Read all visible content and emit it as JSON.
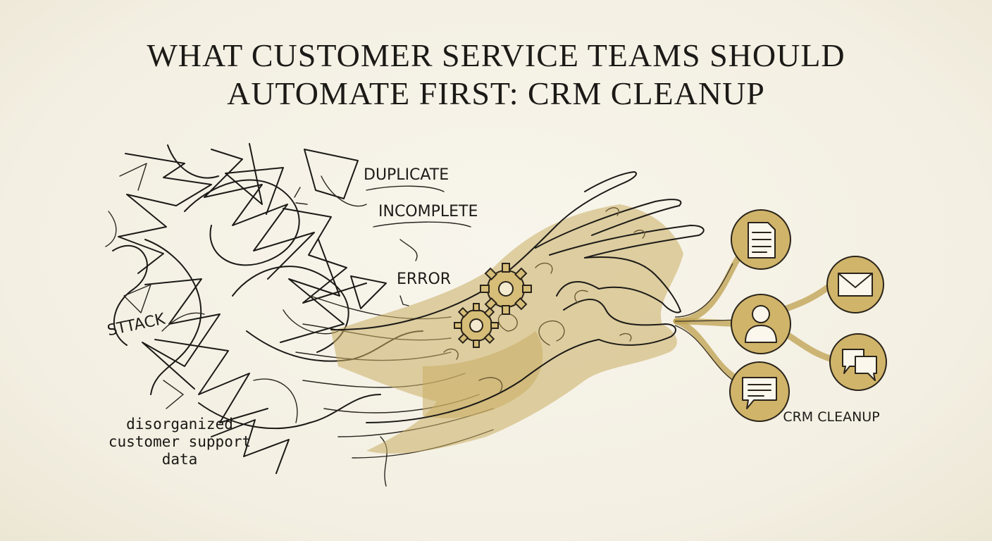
{
  "title": {
    "line1": "WHAT CUSTOMER SERVICE TEAMS SHOULD",
    "line2": "AUTOMATE FIRST: CRM CLEANUP"
  },
  "labels": {
    "duplicate": "DUPLICATE",
    "incomplete": "INCOMPLETE",
    "error": "ERROR",
    "stack": "STTACK",
    "caption": "disorganized customer support data",
    "crm": "CRM CLEANUP"
  },
  "icons": [
    "document-icon",
    "email-icon",
    "user-icon",
    "chat-bubbles-icon",
    "message-icon"
  ],
  "colors": {
    "paper": "#f4f0e4",
    "ink": "#1c1a17",
    "gold_wash": "#c9ad62"
  }
}
